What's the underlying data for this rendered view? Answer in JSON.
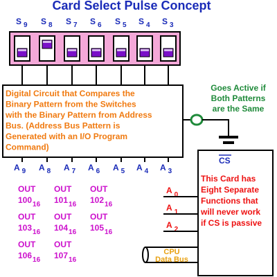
{
  "title": "Card Select Pulse Concept",
  "switch_labels": [
    {
      "letter": "S",
      "digit": "9"
    },
    {
      "letter": "S",
      "digit": "8"
    },
    {
      "letter": "S",
      "digit": "7"
    },
    {
      "letter": "S",
      "digit": "6"
    },
    {
      "letter": "S",
      "digit": "5"
    },
    {
      "letter": "S",
      "digit": "4"
    },
    {
      "letter": "S",
      "digit": "3"
    }
  ],
  "switch_states": [
    "down",
    "up",
    "down",
    "down",
    "down",
    "down",
    "down"
  ],
  "comparator": {
    "lines": [
      "Digital Circuit that Compares the",
      "Binary Pattern from the Switches",
      "with the Binary Pattern from Address",
      "Bus.  (Address Bus Pattern is",
      "Generated with an I/O Program",
      "Command)"
    ]
  },
  "active_note": {
    "lines": [
      "Goes Active if",
      "Both Patterns",
      "are the Same"
    ]
  },
  "address_labels": [
    {
      "letter": "A",
      "digit": "9"
    },
    {
      "letter": "A",
      "digit": "8"
    },
    {
      "letter": "A",
      "digit": "7"
    },
    {
      "letter": "A",
      "digit": "6"
    },
    {
      "letter": "A",
      "digit": "5"
    },
    {
      "letter": "A",
      "digit": "4"
    },
    {
      "letter": "A",
      "digit": "3"
    }
  ],
  "cs_label": "CS",
  "card_text": {
    "lines": [
      "This Card has",
      "Eight Separate",
      "Functions that",
      "will never work",
      "if CS is passive"
    ]
  },
  "card_inputs": [
    {
      "letter": "A",
      "digit": "0"
    },
    {
      "letter": "A",
      "digit": "1"
    },
    {
      "letter": "A",
      "digit": "2"
    }
  ],
  "cpu_bus": {
    "line1": "CPU",
    "line2": "Data Bus"
  },
  "out_word": "OUT",
  "out_addresses": [
    {
      "value": "100",
      "base": "16"
    },
    {
      "value": "101",
      "base": "16"
    },
    {
      "value": "102",
      "base": "16"
    },
    {
      "value": "103",
      "base": "16"
    },
    {
      "value": "104",
      "base": "16"
    },
    {
      "value": "105",
      "base": "16"
    },
    {
      "value": "106",
      "base": "16"
    },
    {
      "value": "107",
      "base": "16"
    }
  ],
  "colors": {
    "title": "#1a2bb8",
    "switch_body": "#f4a8d8",
    "switch_knob": "#7a10c8",
    "comparator_text": "#f07a10",
    "active_text": "#1f8a3a",
    "indicator_ring": "#1f8a3a",
    "card_text": "#ee1111",
    "out_text": "#cc10cc",
    "bus_text": "#e8a010"
  }
}
